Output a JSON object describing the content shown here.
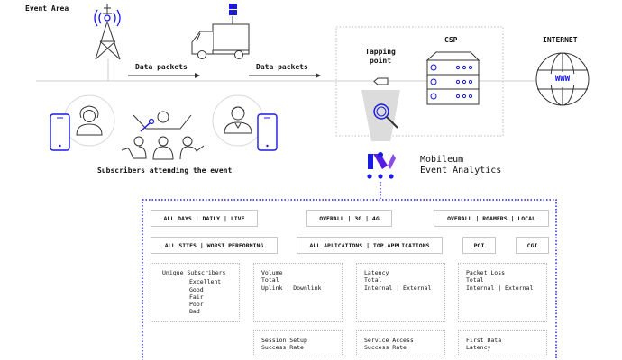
{
  "event_area_label": "Event Area",
  "packets": {
    "left": "Data packets",
    "right": "Data packets"
  },
  "subscribers_caption": "Subscribers attending the event",
  "tapping_point_label": "Tapping\npoint",
  "csp_label": "CSP",
  "internet_label": "INTERNET",
  "www_label": "WWW",
  "product": {
    "name_line1": "Mobileum",
    "name_line2": "Event Analytics"
  },
  "colors": {
    "accent": "#1a1ae6",
    "line": "#333333",
    "gray": "#c8c8c8"
  },
  "filters": {
    "days": "ALL DAYS | DAILY | LIVE",
    "network": "OVERALL | 3G | 4G",
    "roamers": "OVERALL | ROAMERS | LOCAL",
    "sites": "ALL SITES | WORST PERFORMING",
    "apps": "ALL APLICATIONS | TOP APPLICATIONS",
    "poi": "POI",
    "cgi": "CGI"
  },
  "metrics": {
    "unique_subscribers": {
      "title": "Unique Subscribers",
      "items": [
        "Excellent",
        "Good",
        "Fair",
        "Poor",
        "Bad"
      ]
    },
    "volume": [
      "Volume",
      "Total",
      "Uplink | Downlink"
    ],
    "latency": [
      "Latency",
      "Total",
      "Internal | External"
    ],
    "packet_loss": [
      "Packet Loss",
      "Total",
      "Internal | External"
    ],
    "session_setup": [
      "Session Setup",
      "Success Rate"
    ],
    "service_access": [
      "Service Access",
      "Success Rate"
    ],
    "first_data": [
      "First Data",
      "Latency"
    ]
  }
}
